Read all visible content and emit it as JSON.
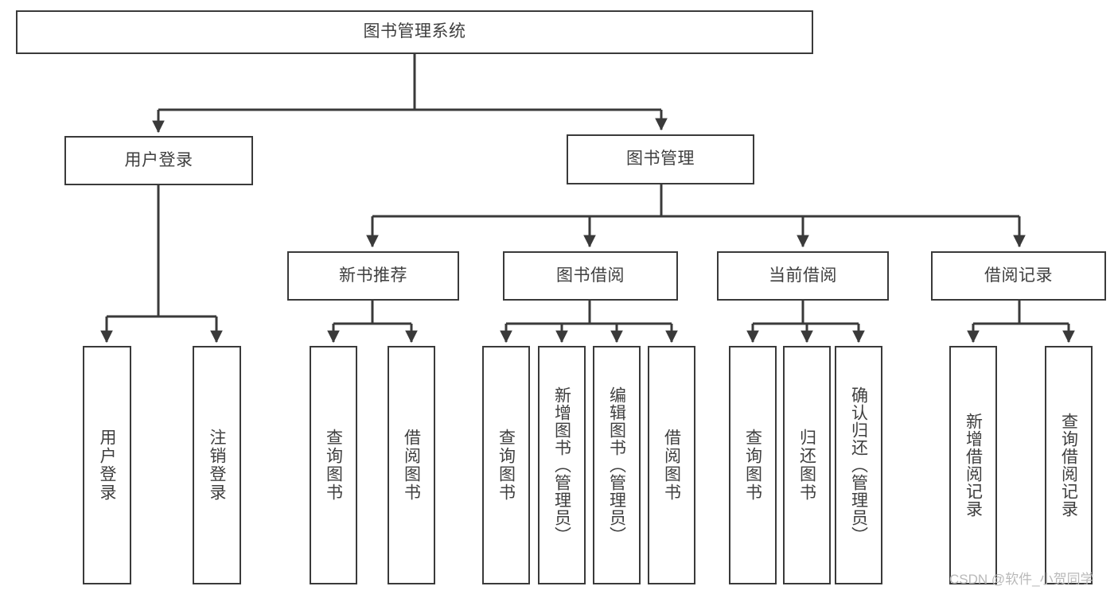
{
  "diagram": {
    "type": "tree-hierarchy",
    "title": "图书管理系统",
    "watermark": "CSDN @软件_小贺同学",
    "colors": {
      "stroke": "#3a3a3a",
      "text": "#3f3f3f",
      "background": "#ffffff",
      "watermark": "#b9b9b9"
    },
    "nodes": {
      "root": {
        "label": "图书管理系统",
        "level": 1
      },
      "login": {
        "label": "用户登录",
        "level": 2
      },
      "book_mgmt": {
        "label": "图书管理",
        "level": 2
      },
      "new_book_rec": {
        "label": "新书推荐",
        "level": 3
      },
      "book_borrow": {
        "label": "图书借阅",
        "level": 3
      },
      "current_borrow": {
        "label": "当前借阅",
        "level": 3
      },
      "borrow_record": {
        "label": "借阅记录",
        "level": 3
      },
      "leaf_user_login": {
        "label": "用户登录",
        "level": 4
      },
      "leaf_logout": {
        "label": "注销登录",
        "level": 4
      },
      "leaf_query_book_a": {
        "label": "查询图书",
        "level": 4
      },
      "leaf_borrow_book_a": {
        "label": "借阅图书",
        "level": 4
      },
      "leaf_query_book_b": {
        "label": "查询图书",
        "level": 4
      },
      "leaf_add_book": {
        "label": "新增图书（管理员）",
        "level": 4
      },
      "leaf_edit_book": {
        "label": "编辑图书（管理员）",
        "level": 4
      },
      "leaf_borrow_book_b": {
        "label": "借阅图书",
        "level": 4
      },
      "leaf_query_book_c": {
        "label": "查询图书",
        "level": 4
      },
      "leaf_return_book": {
        "label": "归还图书",
        "level": 4
      },
      "leaf_confirm_return": {
        "label": "确认归还（管理员）",
        "level": 4
      },
      "leaf_add_record": {
        "label": "新增借阅记录",
        "level": 4
      },
      "leaf_query_record": {
        "label": "查询借阅记录",
        "level": 4
      }
    },
    "edges": [
      {
        "from": "root",
        "to": "login"
      },
      {
        "from": "root",
        "to": "book_mgmt"
      },
      {
        "from": "login",
        "to": "leaf_user_login"
      },
      {
        "from": "login",
        "to": "leaf_logout"
      },
      {
        "from": "book_mgmt",
        "to": "new_book_rec"
      },
      {
        "from": "book_mgmt",
        "to": "book_borrow"
      },
      {
        "from": "book_mgmt",
        "to": "current_borrow"
      },
      {
        "from": "book_mgmt",
        "to": "borrow_record"
      },
      {
        "from": "new_book_rec",
        "to": "leaf_query_book_a"
      },
      {
        "from": "new_book_rec",
        "to": "leaf_borrow_book_a"
      },
      {
        "from": "book_borrow",
        "to": "leaf_query_book_b"
      },
      {
        "from": "book_borrow",
        "to": "leaf_add_book"
      },
      {
        "from": "book_borrow",
        "to": "leaf_edit_book"
      },
      {
        "from": "book_borrow",
        "to": "leaf_borrow_book_b"
      },
      {
        "from": "current_borrow",
        "to": "leaf_query_book_c"
      },
      {
        "from": "current_borrow",
        "to": "leaf_return_book"
      },
      {
        "from": "current_borrow",
        "to": "leaf_confirm_return"
      },
      {
        "from": "borrow_record",
        "to": "leaf_add_record"
      },
      {
        "from": "borrow_record",
        "to": "leaf_query_record"
      }
    ]
  }
}
